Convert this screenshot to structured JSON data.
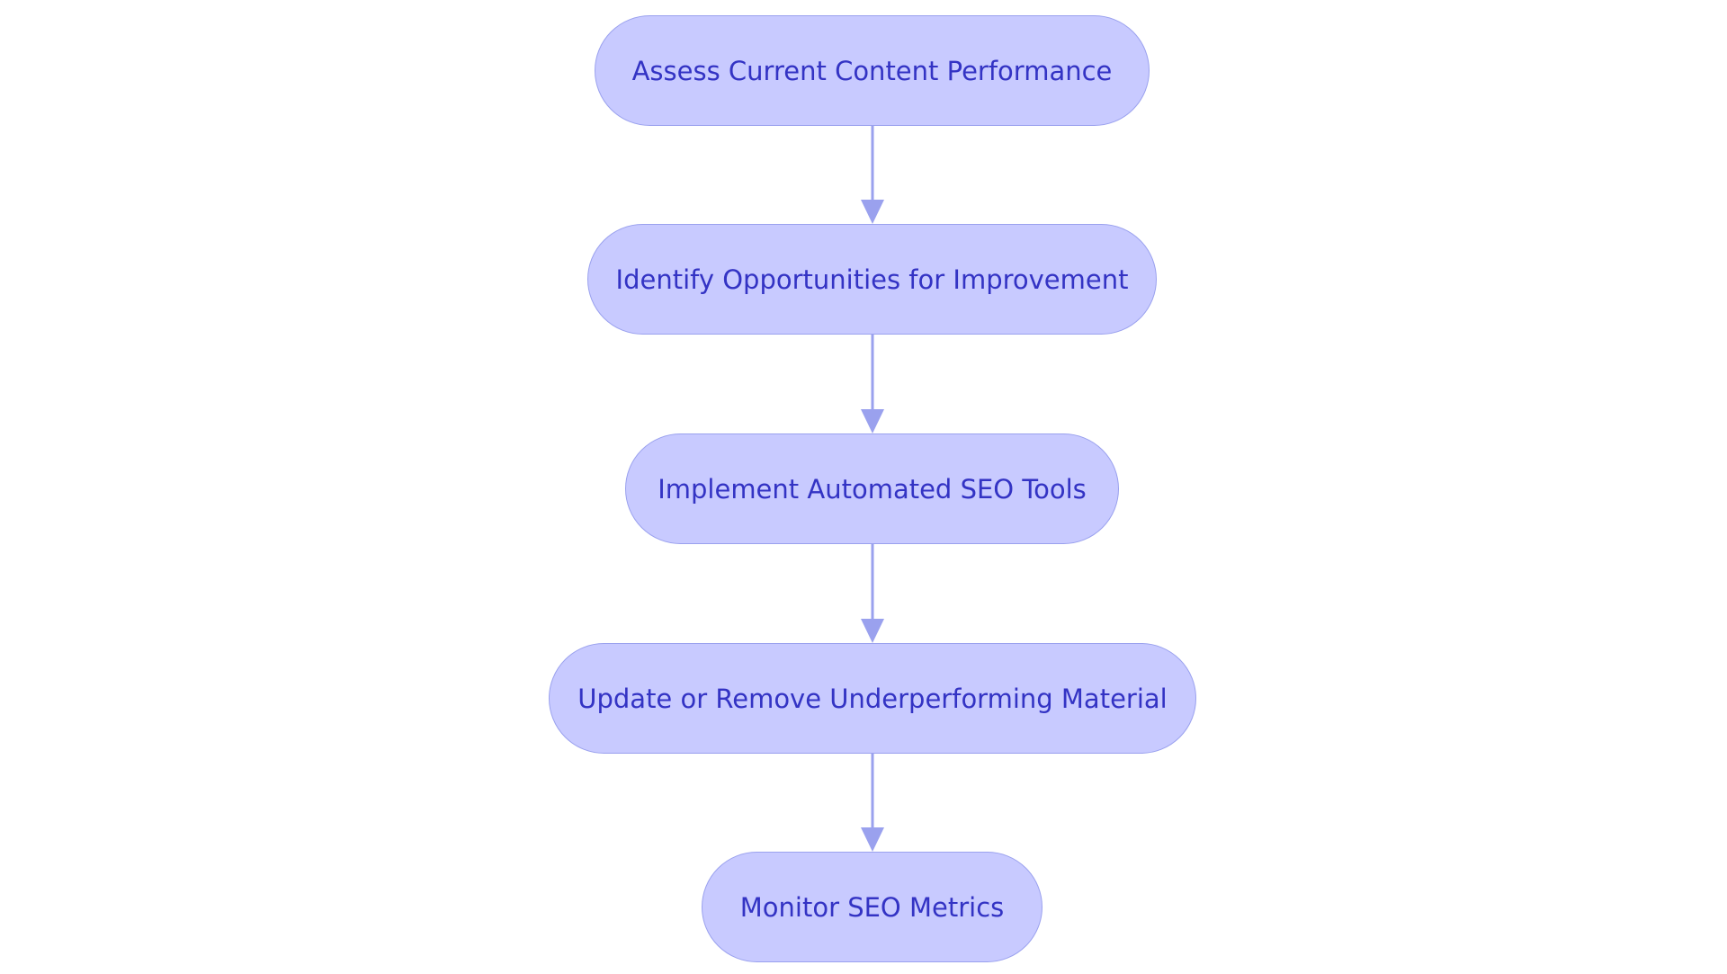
{
  "flowchart": {
    "colors": {
      "node_fill": "#c8caff",
      "node_border": "#9aa1ee",
      "text": "#3333c4",
      "edge": "#9aa1ee"
    },
    "steps": [
      {
        "label": "Assess Current Content Performance"
      },
      {
        "label": "Identify Opportunities for Improvement"
      },
      {
        "label": "Implement Automated SEO Tools"
      },
      {
        "label": "Update or Remove Underperforming Material"
      },
      {
        "label": "Monitor SEO Metrics"
      }
    ]
  }
}
